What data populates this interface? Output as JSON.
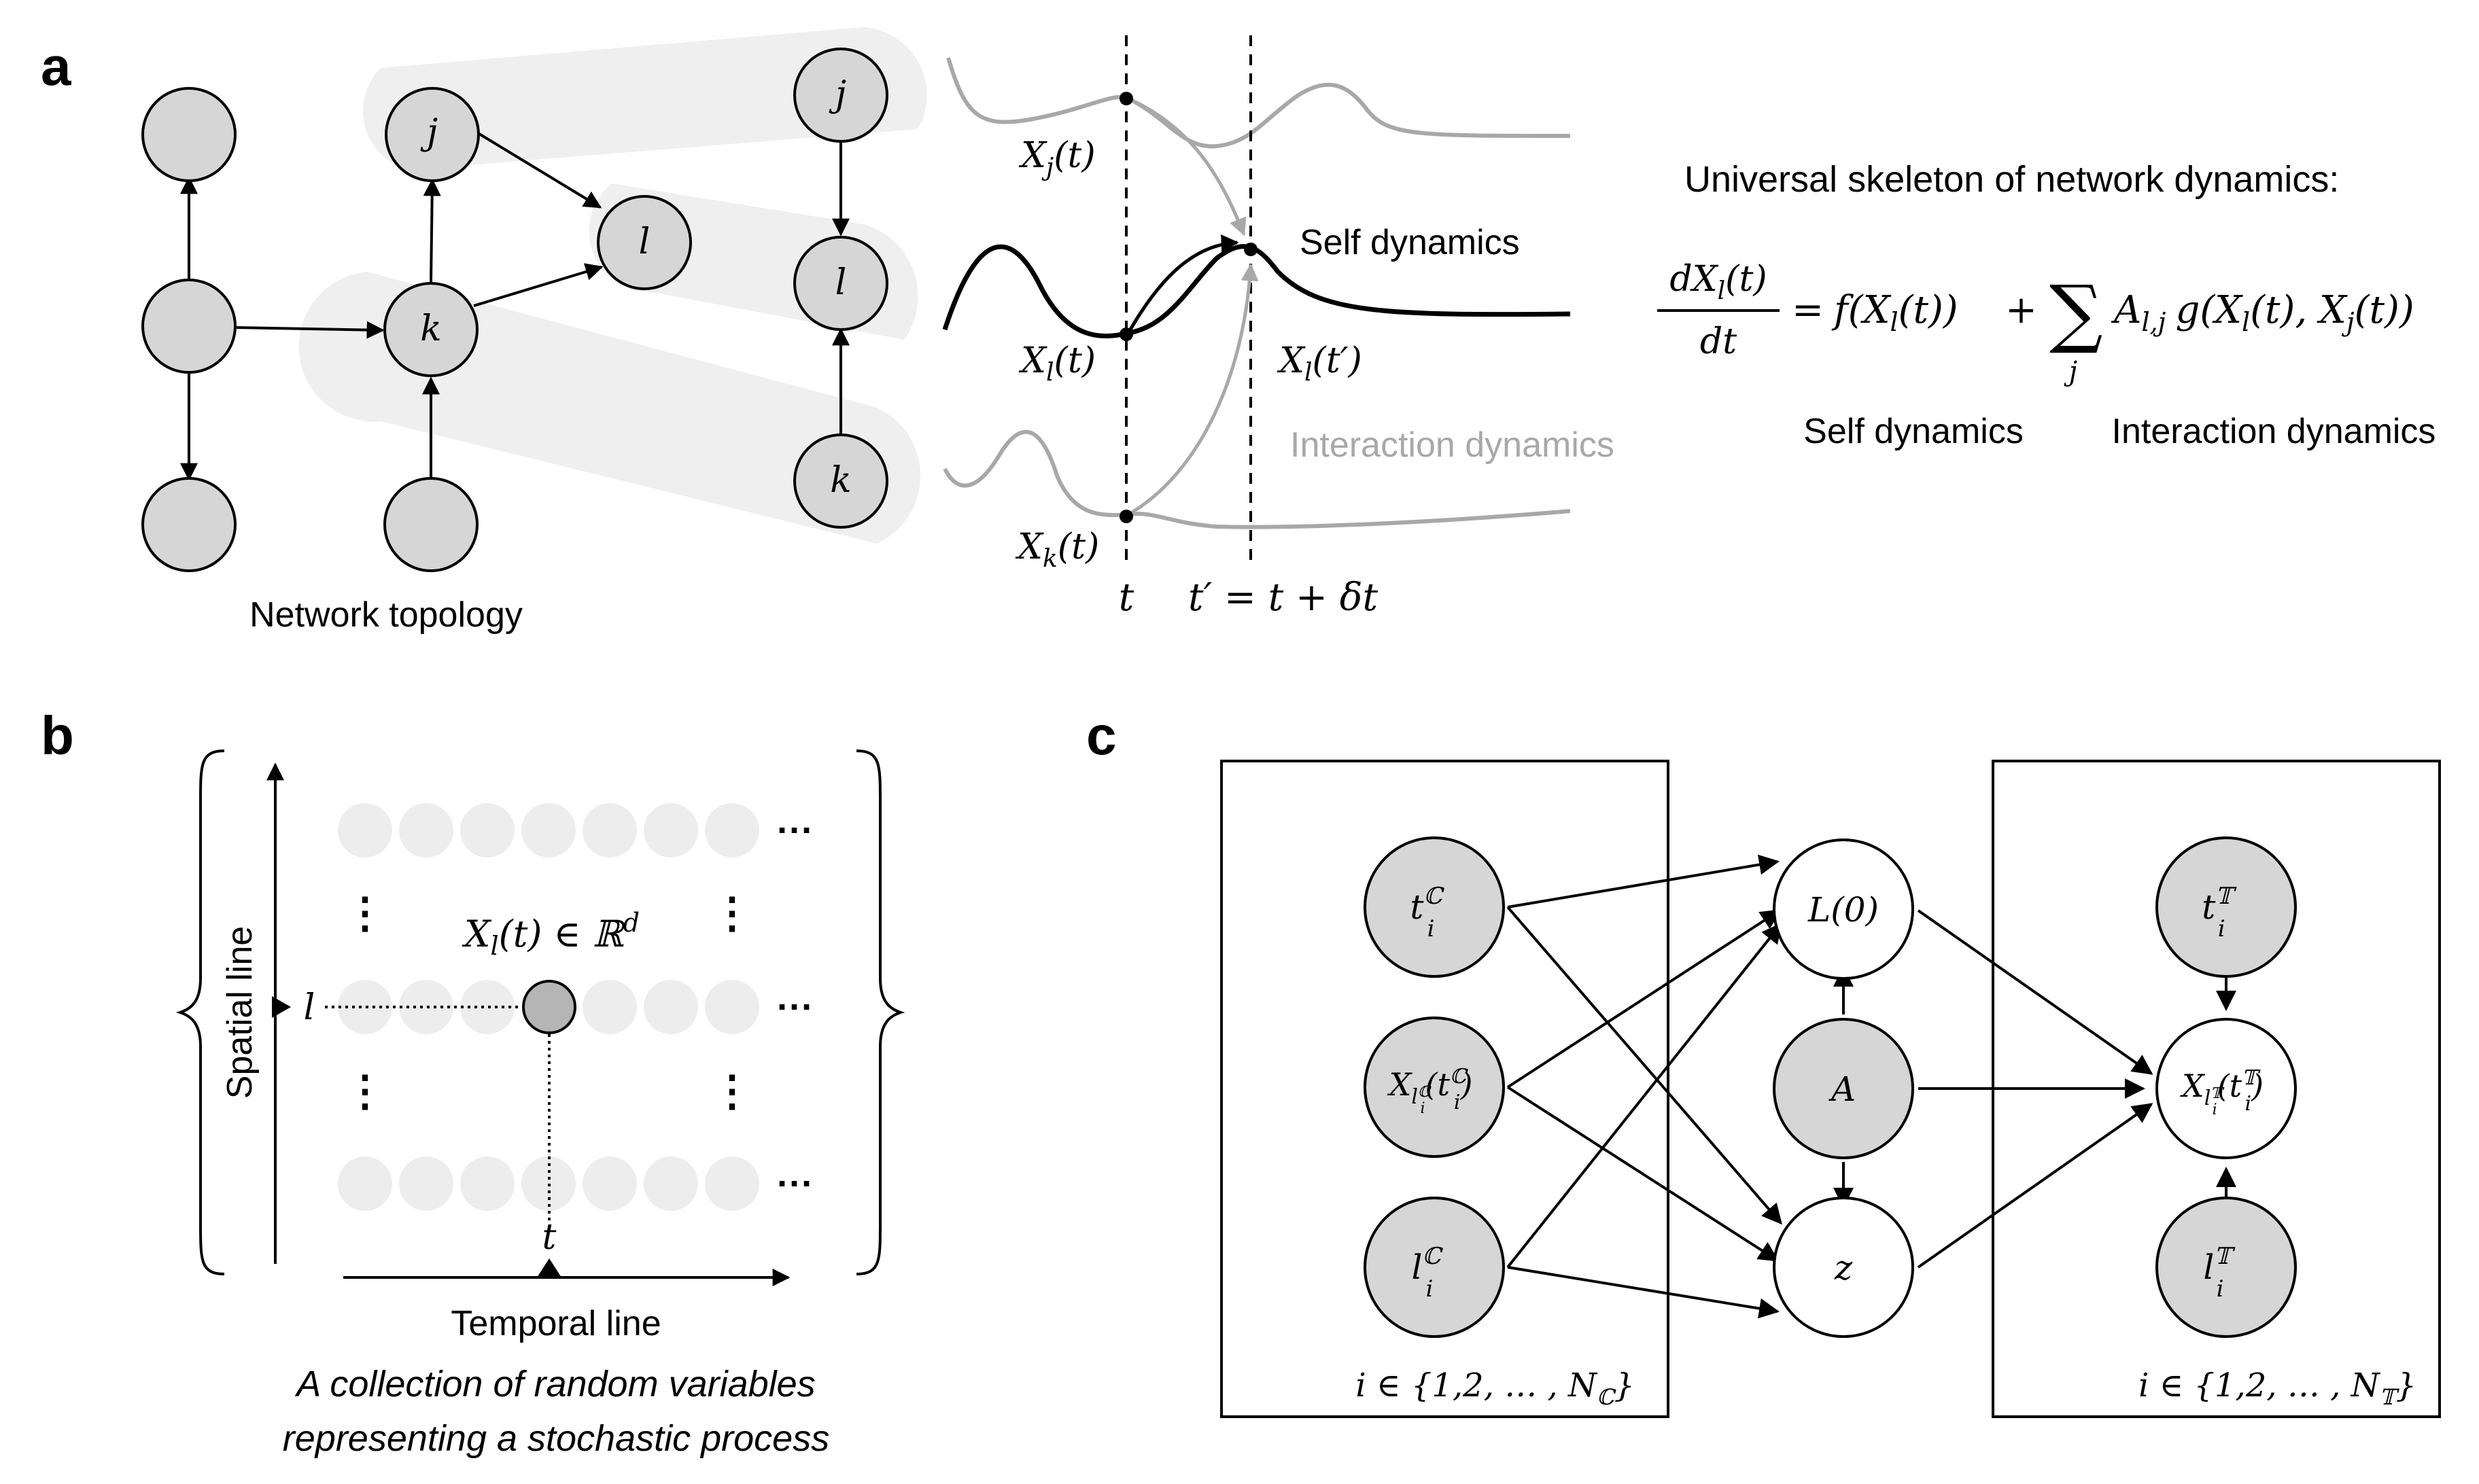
{
  "panels": {
    "a": "a",
    "b": "b",
    "c": "c"
  },
  "panel_a": {
    "node_j": "j",
    "node_k": "k",
    "node_l": "l",
    "caption": "Network topology",
    "trace_xj": "X",
    "trace_xj_sub": "j",
    "trace_xl": "X",
    "trace_xl_sub": "l",
    "trace_xk": "X",
    "trace_xk_sub": "k",
    "time_arg": "(t)",
    "time_arg_prime": "(t′)",
    "tick_t": "t",
    "tick_tprime": "t′ = t + δt",
    "self_label": "Self dynamics",
    "interaction_label": "Interaction dynamics",
    "skeleton_title": "Universal skeleton of network dynamics:",
    "eq_lhs_num": "dX",
    "eq_lhs_num_sub": "l",
    "eq_lhs_num_arg": "(t)",
    "eq_lhs_den": "dt",
    "eq_equals": "=",
    "eq_f": "f",
    "eq_f_arg": "(X",
    "eq_f_sub": "l",
    "eq_f_arg_end": "(t))",
    "eq_plus": "+",
    "eq_sum": "∑",
    "eq_sum_index": "j",
    "eq_A": "A",
    "eq_A_sub": "l,j",
    "eq_g": "g",
    "eq_g_arg": "(X",
    "eq_g_sub1": "l",
    "eq_g_mid": "(t), X",
    "eq_g_sub2": "j",
    "eq_g_end": "(t))",
    "eq_self_label": "Self dynamics",
    "eq_interaction_label": "Interaction dynamics"
  },
  "panel_b": {
    "spatial_label": "Spatial line",
    "temporal_label": "Temporal line",
    "l_marker": "l",
    "t_marker": "t",
    "rv_label": "X",
    "rv_sub": "l",
    "rv_rest": "(t) ∈ ℝ",
    "rv_sup": "d",
    "ellipsis_h": "···",
    "ellipsis_v": "⋮",
    "caption_line1": "A collection of random variables",
    "caption_line2": "representing a stochastic process"
  },
  "panel_c": {
    "t_c": "t",
    "t_c_sup": "ℂ",
    "t_c_sub": "i",
    "x_c": "X",
    "x_c_sub": "l",
    "x_c_subsup": "ℂ",
    "x_c_subsub": "i",
    "x_c_arg": "(t",
    "x_c_arg_sup": "ℂ",
    "x_c_arg_sub": "i",
    "x_c_end": ")",
    "l_c": "l",
    "l_c_sup": "ℂ",
    "l_c_sub": "i",
    "L0": "L(0)",
    "A": "A",
    "z": "z",
    "t_t": "t",
    "t_t_sup": "𝕋",
    "t_t_sub": "i",
    "x_t": "X",
    "x_t_sub": "l",
    "x_t_subsup": "𝕋",
    "x_t_subsub": "i",
    "x_t_arg": "(t",
    "x_t_arg_sup": "𝕋",
    "x_t_arg_sub": "i",
    "x_t_end": ")",
    "l_t": "l",
    "l_t_sup": "𝕋",
    "l_t_sub": "i",
    "plate_c": "i ∈ {1,2, … , N",
    "plate_c_sub": "ℂ",
    "plate_c_end": "}",
    "plate_t": "i ∈ {1,2, … , N",
    "plate_t_sub": "𝕋",
    "plate_t_end": "}"
  }
}
